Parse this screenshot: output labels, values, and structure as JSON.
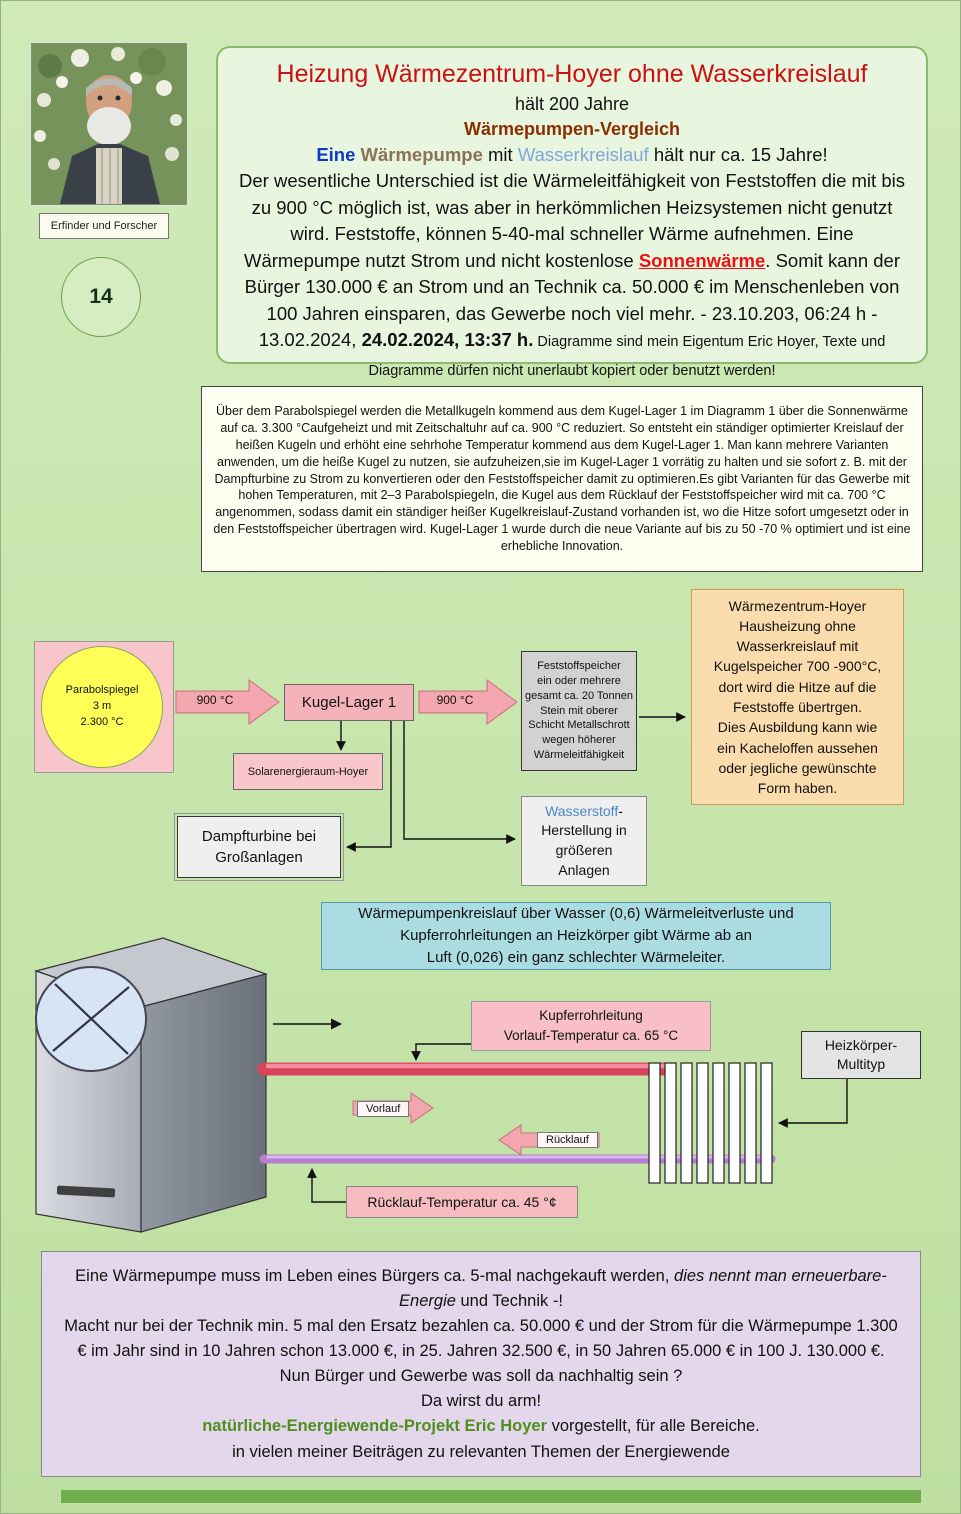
{
  "header": {
    "photo_caption": "Erfinder und Forscher",
    "page_number": "14"
  },
  "title_box": {
    "title": "Heizung Wärmezentrum-Hoyer ohne Wasserkreislauf",
    "line2": "hält 200 Jahre",
    "line3": "Wärmepumpen-Vergleich",
    "line4_eine": "Eine ",
    "line4_pumpe": " Wärmepumpe",
    "line4_mit": " mit ",
    "line4_wasser": "Wasserkreislauf",
    "line4_rest": " hält nur ca. 15 Jahre!",
    "body1": "Der wesentliche Unterschied ist die Wärmeleitfähigkeit von Feststoffen die mit bis zu 900 °C möglich ist, was aber in herkömmlichen Heizsystemen nicht genutzt wird. Feststoffe, können 5-40-mal schneller Wärme aufnehmen. Eine Wärmepumpe nutzt Strom und nicht  kostenlose ",
    "sonnenwaerme": "Sonnenwärme",
    "body2": ". Somit kann der Bürger 130.000 € an Strom und an Technik ca. 50.000 € im Menschenleben von 100 Jahren einsparen, das Gewerbe noch viel mehr. - 23.10.203, 06:24 h - 13.02.2024, ",
    "body_bold": "24.02.2024, 13:37 h.",
    "body_small": " Diagramme sind mein Eigentum Eric Hoyer, Texte und Diagramme dürfen nicht unerlaubt kopiert oder benutzt werden!"
  },
  "info_box": {
    "text": "Über dem Parabolspiegel werden die Metallkugeln kommend aus dem Kugel-Lager 1 im Diagramm 1  über die Sonnenwärme auf ca. 3.300 °Caufgeheizt und mit Zeitschaltuhr auf ca. 900 °C reduziert. So entsteht ein ständiger optimierter Kreislauf der heißen Kugeln und erhöht eine sehrhohe Temperatur kommend aus dem Kugel-Lager 1. Man kann mehrere Varianten anwenden, um die heiße Kugel zu nutzen, sie aufzuheizen,sie im Kugel-Lager 1 vorrätig zu halten und sie sofort z. B. mit der Dampfturbine zu Strom zu konvertieren oder den Feststoffspeicher damit zu optimieren.Es gibt Varianten für das Gewerbe mit hohen Temperaturen, mit 2–3 Parabolspiegeln, die Kugel aus dem Rücklauf der Feststoffspeicher wird mit ca. 700 °C angenommen, sodass damit ein ständiger heißer Kugelkreislauf-Zustand  vorhanden ist, wo die Hitze sofort umgesetzt oder in den Feststoffspeicher übertragen wird. Kugel-Lager 1 wurde durch die neue Variante auf bis zu 50 -70 %  optimiert und ist eine erhebliche Innovation."
  },
  "diagram1": {
    "parabolspiegel": "Parabolspiegel\n3 m\n2.300 °C",
    "arrow1_label": "900 °C",
    "arrow2_label": "900 °C",
    "kugellager": "Kugel-Lager 1",
    "feststoffspeicher": "Feststoffspeicher\nein oder mehrere\ngesamt ca. 20 Tonnen\nStein mit oberer\nSchicht Metallschrott\nwegen höherer\nWärmeleitfähigkeit",
    "waermezentrum": "Wärmezentrum-Hoyer\nHausheizung ohne\nWasserkreislauf mit\nKugelspeicher 700 -900°C,\ndort wird die Hitze auf die\nFeststoffe übertrgen.\nDies Ausbildung kann wie\nein Kacheloffen aussehen\noder jegliche gewünschte\nForm haben.",
    "solarraum": "Solarenergieraum-Hoyer",
    "dampfturbine": "Dampfturbine bei\nGroßanlagen",
    "wasserstoff_blue": "Wasserstoff",
    "wasserstoff_rest": "-\nHerstellung in\ngrößeren\nAnlagen"
  },
  "cyan_box": {
    "text": "Wärmepumpenkreislauf über Wasser (0,6) Wärmeleitverluste und\nKupferrohrleitungen an Heizkörper gibt Wärme ab an\nLuft  (0,026) ein ganz schlechter Wärmeleiter."
  },
  "diagram2": {
    "kupferrohr": "Kupferrohrleitung\nVorlauf-Temperatur ca. 65 °C",
    "vorlauf_label": "Vorlauf",
    "ruecklauf_label": "Rücklauf",
    "heizkoerper": "Heizkörper-\nMultityp",
    "ruecklauf_temp": "Rücklauf-Temperatur ca. 45 °¢"
  },
  "bottom_box": {
    "l1a": "Eine Wärmepumpe  muss im Leben eines Bürgers ca. 5-mal nachgekauft werden, ",
    "l1b": "dies nennt man erneuerbare-Energie",
    "l1c": " und Technik -!",
    "l2": "Macht nur bei der Technik min. 5 mal den Ersatz bezahlen ca. 50.000 € und der Strom für die Wärmepumpe 1.300 € im Jahr sind in 10 Jahren schon 13.000 €, in 25. Jahren 32.500 €, in 50 Jahren 65.000 € in 100 J. 130.000 €.",
    "l3": "Nun Bürger und Gewerbe was  soll da nachhaltig sein ?",
    "l4": "Da wirst du arm!",
    "l5a": "natürliche-Energiewende-Projekt Eric Hoyer",
    "l5b": " vorgestellt, für alle Bereiche.",
    "l6": "in  vielen meiner Beiträgen zu relevanten Themen der Energiewende"
  },
  "colors": {
    "title_red": "#cc1111",
    "compare_brown": "#8b2e00",
    "eine_blue": "#0d3bc4",
    "waermepumpe_brown": "#8a7355",
    "wasserkreislauf_blue": "#7fa8d8",
    "sonnenwaerme_red": "#ee1111",
    "wasserstoff_blue": "#4a86c8",
    "eric_hoyer_green": "#4e8f1e",
    "cyan_box_bg": "#aadce2",
    "pink_box_bg": "#f8c5ca",
    "peach_box_bg": "#fbdcad",
    "lavender_box_bg": "#e4d7ec"
  }
}
